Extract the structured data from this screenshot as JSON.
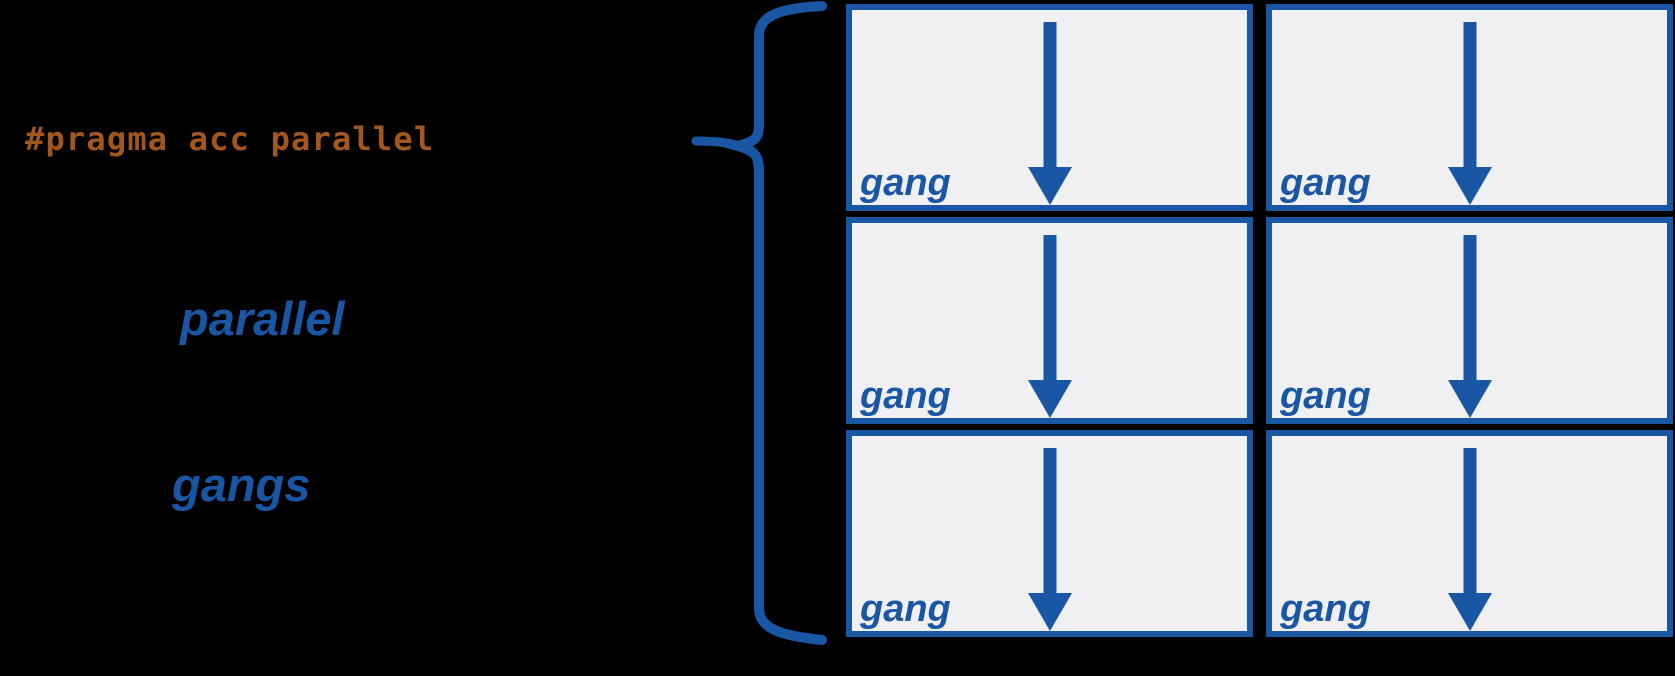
{
  "diagram": {
    "title_semantic": "openacc-parallel-gangs-diagram",
    "background": "#000000"
  },
  "colors": {
    "blue": "#1956a4",
    "code_orange": "#a4571c",
    "box_fill": "#f0f0f2"
  },
  "code": {
    "pragma_line": "#pragma acc parallel"
  },
  "labels": {
    "parallel": "parallel",
    "gangs": "gangs"
  },
  "brace": {
    "icon": "curly-brace-icon",
    "points_to": "pragma_line"
  },
  "grid": {
    "rows": 3,
    "cols": 2,
    "cell_icon": "arrow-down-icon",
    "cells": [
      {
        "row": 1,
        "col": 1,
        "label": "gang"
      },
      {
        "row": 1,
        "col": 2,
        "label": "gang"
      },
      {
        "row": 2,
        "col": 1,
        "label": "gang"
      },
      {
        "row": 2,
        "col": 2,
        "label": "gang"
      },
      {
        "row": 3,
        "col": 1,
        "label": "gang"
      },
      {
        "row": 3,
        "col": 2,
        "label": "gang"
      }
    ]
  }
}
